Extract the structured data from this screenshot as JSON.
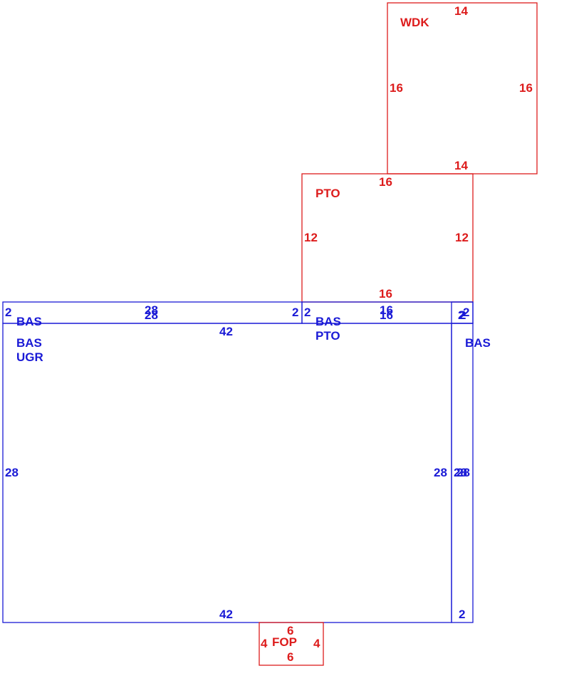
{
  "colors": {
    "blue": "#1a1ad6",
    "red": "#dd1c1c"
  },
  "areas": {
    "wdk": {
      "code": "WDK",
      "top": "14",
      "bottom": "14",
      "left": "16",
      "right": "16"
    },
    "pto": {
      "code": "PTO",
      "top": "16",
      "bottom": "16",
      "left": "12",
      "right": "12"
    },
    "strip_left": {
      "code": "BAS",
      "top": "28",
      "bottom": "28",
      "left": "2",
      "right": "2"
    },
    "strip_mid": {
      "code": "BAS",
      "sub": "PTO",
      "top": "16",
      "bottom": "16",
      "left": "2",
      "right": "2"
    },
    "main": {
      "code": "BAS",
      "sub": "UGR",
      "top": "42",
      "bottom": "42",
      "left": "28",
      "right": "28"
    },
    "side": {
      "code": "BAS",
      "top": "2",
      "bottom": "2",
      "left": "28",
      "right": "28"
    },
    "corner": {
      "top": "2",
      "left": "2"
    },
    "fop": {
      "code": "FOP",
      "top": "6",
      "bottom": "6",
      "left": "4",
      "right": "4"
    }
  }
}
